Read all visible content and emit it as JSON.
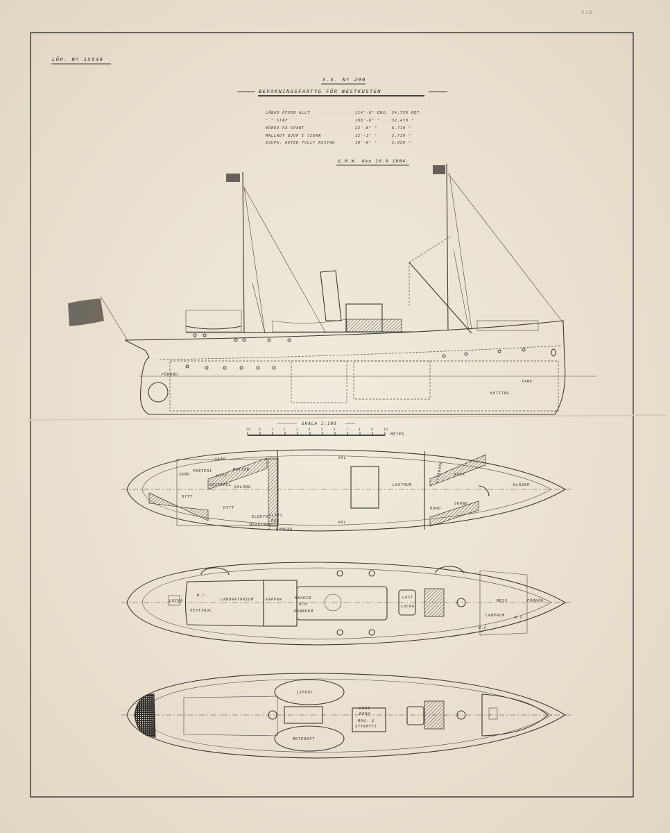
{
  "sheet": {
    "number_label": "LÖP. Nº 15549",
    "corner_mark": "510",
    "vessel_number": "S.S. Nº 290",
    "title": "BEVAKNINGSFARTYG FÖR WESTKUSTEN",
    "signature": "G.M.W. den 10.9 1904."
  },
  "dimensions": [
    {
      "label": "LÄNGD ÖFVER ALLT",
      "eng": "114'-0\" ENG.",
      "met": "34,750 MET."
    },
    {
      "label": "\"      \"    STÄF",
      "eng": "106'-6\"  \"",
      "met": "32,470  \""
    },
    {
      "label": "BREDD PÅ SPANT",
      "eng": "22'-0\"  \"",
      "met": "6,710  \""
    },
    {
      "label": "MALLADT DJUP I SIDAN",
      "eng": "12'-3\"  \"",
      "met": "3,730  \""
    },
    {
      "label": "DJUPG. AKTER FULLT RUSTAD.",
      "eng": "10'-0\"  \"",
      "met": "3,050  \""
    }
  ],
  "profile_labels": {
    "store": "FÖRRÅD",
    "tank": "TANK",
    "chain": "KETTING"
  },
  "scale": {
    "label": "SKALA 1:100",
    "unit": "METER",
    "ticks": [
      "10",
      "0",
      "1",
      "2",
      "3",
      "4",
      "5",
      "6",
      "7",
      "8",
      "9",
      "10"
    ]
  },
  "lower_deck_labels": [
    "SKÅP",
    "PENTERI",
    "HYTT",
    "MATTEN",
    "SKÅP",
    "VESTIBUL",
    "SALONG",
    "HYTT",
    "HYTT",
    "ELEKTR.",
    "PLATS",
    "FÖR",
    "MASKINER",
    "V. PUMPAR",
    "KOL",
    "KOL",
    "LASTRUM",
    "STYRBORD",
    "KOCK",
    "KLÄDER",
    "SKÅNG",
    "BORD"
  ],
  "main_deck_labels": [
    "LUCKA",
    "W.C.",
    "VESTIBUL",
    "LABORATORIUM",
    "KAPPAR",
    "MASKIN",
    "OCH",
    "PANNRUM",
    "LAST",
    "LUCKA",
    "MESS",
    "FÖRRÅD",
    "LAMPRUM",
    "W.C.",
    "W.C."
  ],
  "upper_deck_labels": [
    "LIFBÅT",
    "MOTORBÅT",
    "KART",
    "BORD",
    "NAV. &",
    "STYRHYTT"
  ]
}
